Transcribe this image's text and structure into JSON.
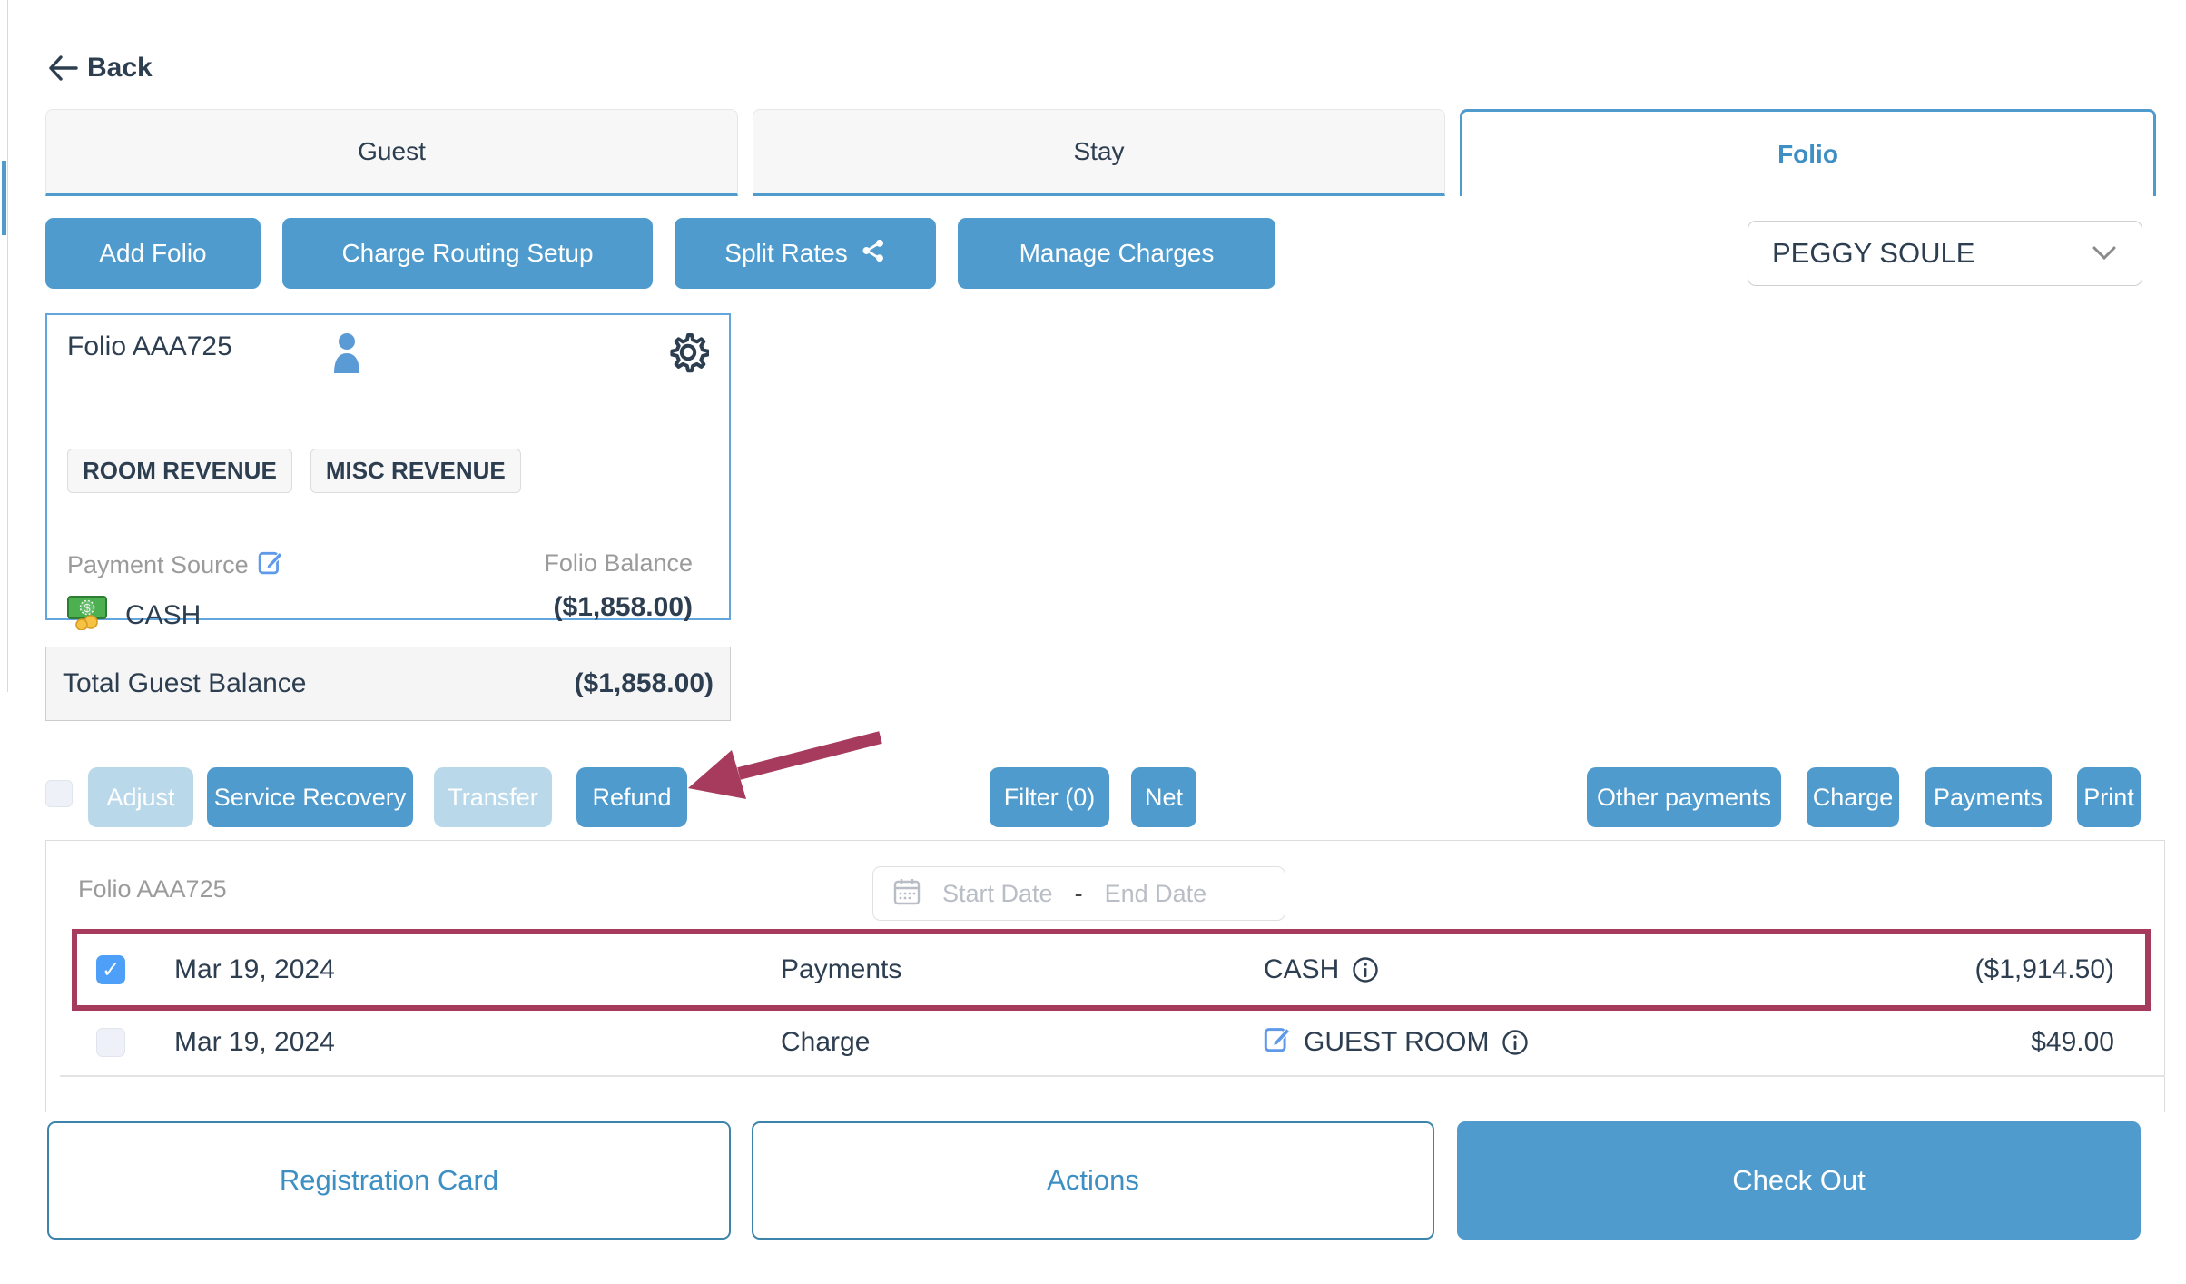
{
  "colors": {
    "primary_blue": "#4f9bcd",
    "disabled_blue": "#b9d8ea",
    "active_tab_text": "#3d8fc4",
    "dark_text": "#2d3e50",
    "gray_text": "#9b9b9b",
    "highlight_maroon": "#a63b5e",
    "checked_checkbox": "#4d9ff7",
    "edit_icon_blue": "#5f9aea"
  },
  "header": {
    "back_label": "Back"
  },
  "tabs": [
    {
      "label": "Guest",
      "active": false
    },
    {
      "label": "Stay",
      "active": false
    },
    {
      "label": "Folio",
      "active": true
    }
  ],
  "toolbar": {
    "add_folio_label": "Add Folio",
    "charge_routing_label": "Charge Routing Setup",
    "split_rates_label": "Split Rates",
    "manage_charges_label": "Manage Charges",
    "guest_selector_value": "PEGGY SOULE"
  },
  "folio_card": {
    "title": "Folio AAA725",
    "badges": {
      "0": "ROOM REVENUE",
      "1": "MISC REVENUE"
    },
    "payment_source_label": "Payment Source",
    "payment_source_value": "CASH",
    "balance_label": "Folio Balance",
    "balance_value": "($1,858.00)"
  },
  "total_balance": {
    "label": "Total Guest Balance",
    "value": "($1,858.00)"
  },
  "actions_row": {
    "adjust_label": "Adjust",
    "service_recovery_label": "Service Recovery",
    "transfer_label": "Transfer",
    "refund_label": "Refund",
    "filter_label": "Filter (0)",
    "net_label": "Net",
    "other_payments_label": "Other payments",
    "charge_label": "Charge",
    "payments_label": "Payments",
    "print_label": "Print"
  },
  "table": {
    "title": "Folio AAA725",
    "date_start_placeholder": "Start Date",
    "date_separator": "-",
    "date_end_placeholder": "End Date",
    "rows": [
      {
        "date": "Mar 19, 2024",
        "type": "Payments",
        "description": "CASH",
        "amount": "($1,914.50)"
      },
      {
        "date": "Mar 19, 2024",
        "type": "Charge",
        "description": "GUEST ROOM",
        "amount": "$49.00"
      }
    ]
  },
  "footer": {
    "registration_card_label": "Registration Card",
    "actions_label": "Actions",
    "check_out_label": "Check Out"
  }
}
